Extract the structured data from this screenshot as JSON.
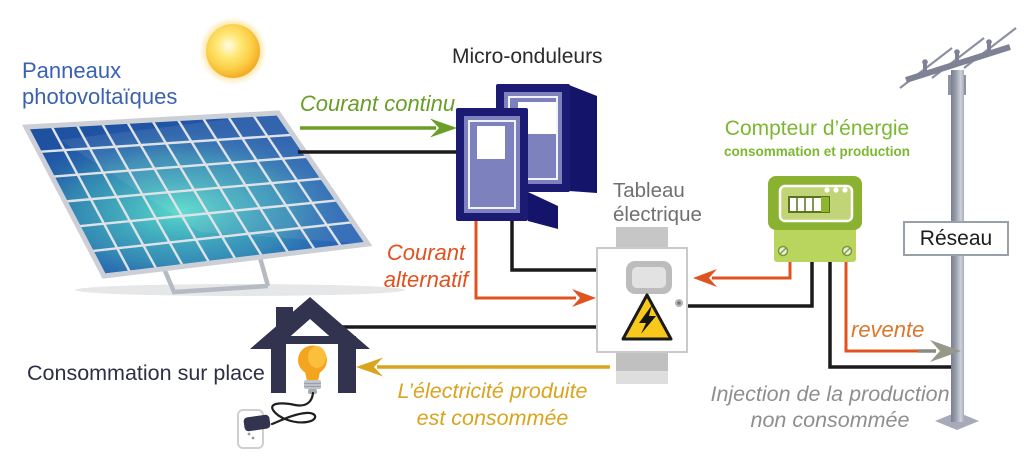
{
  "labels": {
    "panels": "Panneaux photovoltaïques",
    "micro_inverters": "Micro-onduleurs",
    "electrical_panel": "Tableau électrique",
    "energy_meter_title": "Compteur d’énergie",
    "energy_meter_subtitle": "consommation et production",
    "grid": "Réseau",
    "onsite_consumption": "Consommation sur place"
  },
  "flows": {
    "dc": {
      "label": "Courant continu",
      "color": "#6a9e28"
    },
    "ac": {
      "label": "Courant alternatif",
      "color": "#e0521f"
    },
    "consumed": {
      "label": "L’électricité produite est consommée",
      "color": "#d9a41e"
    },
    "resale": {
      "label": "revente",
      "color": "#d9782e"
    },
    "injection": {
      "label": "Injection de la production non consommée",
      "color": "#8e8e8e"
    }
  },
  "colors": {
    "panel_label_blue": "#3a62b0",
    "meter_green": "#7cb82f",
    "inverter_navy": "#1b1b74",
    "inverter_face": "#7d81bd",
    "house_navy": "#31334f",
    "warning_yellow": "#f8c81c",
    "wire_black": "#1a1a1a"
  },
  "icons": {
    "sun-icon": "yellow radial-gradient circle",
    "solar-panel-icon": "blue cell-grid parallelogram",
    "micro-inverter-icon": "navy 3D box pair with white label",
    "electrical-panel-icon": "white cabinet with hazard triangle",
    "warning-triangle-icon": "yellow triangle with lightning bolt",
    "energy-meter-icon": "green meter with segmented display",
    "power-pole-icon": "gray utility pole with crossarm and wires",
    "house-icon": "navy house silhouette",
    "lightbulb-icon": "orange light bulb on cord",
    "power-outlet-icon": "wall socket with plug"
  }
}
